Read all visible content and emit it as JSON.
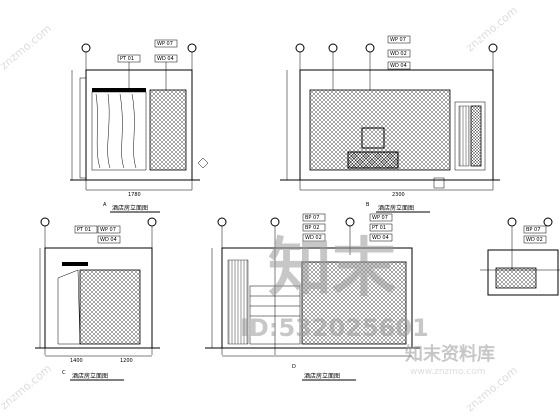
{
  "watermark": {
    "corner_tl": "znzmo.com",
    "corner_tr": "znzmo.com",
    "corner_bl": "znzmo.com",
    "corner_br": "znzmo.com",
    "brand_cn": "知末资料库",
    "brand_url": "www.znzmo.com",
    "big_glyph": "知末",
    "id_text": "ID:532025601"
  },
  "drawings": {
    "a": {
      "title": "酒店房立面图",
      "letter": "A"
    },
    "b": {
      "title": "酒店房立面图",
      "letter": "B"
    },
    "c": {
      "title": "酒店房立面图",
      "letter": "C"
    },
    "d": {
      "title": "酒店房立面图",
      "letter": "D"
    }
  },
  "tags": {
    "wp07": "WP 07",
    "pt01": "PT 01",
    "wd04": "WD 04",
    "bp07": "BP 07",
    "wd02": "WD 02",
    "wd04b": "WD 04",
    "bp02": "BP 02"
  }
}
